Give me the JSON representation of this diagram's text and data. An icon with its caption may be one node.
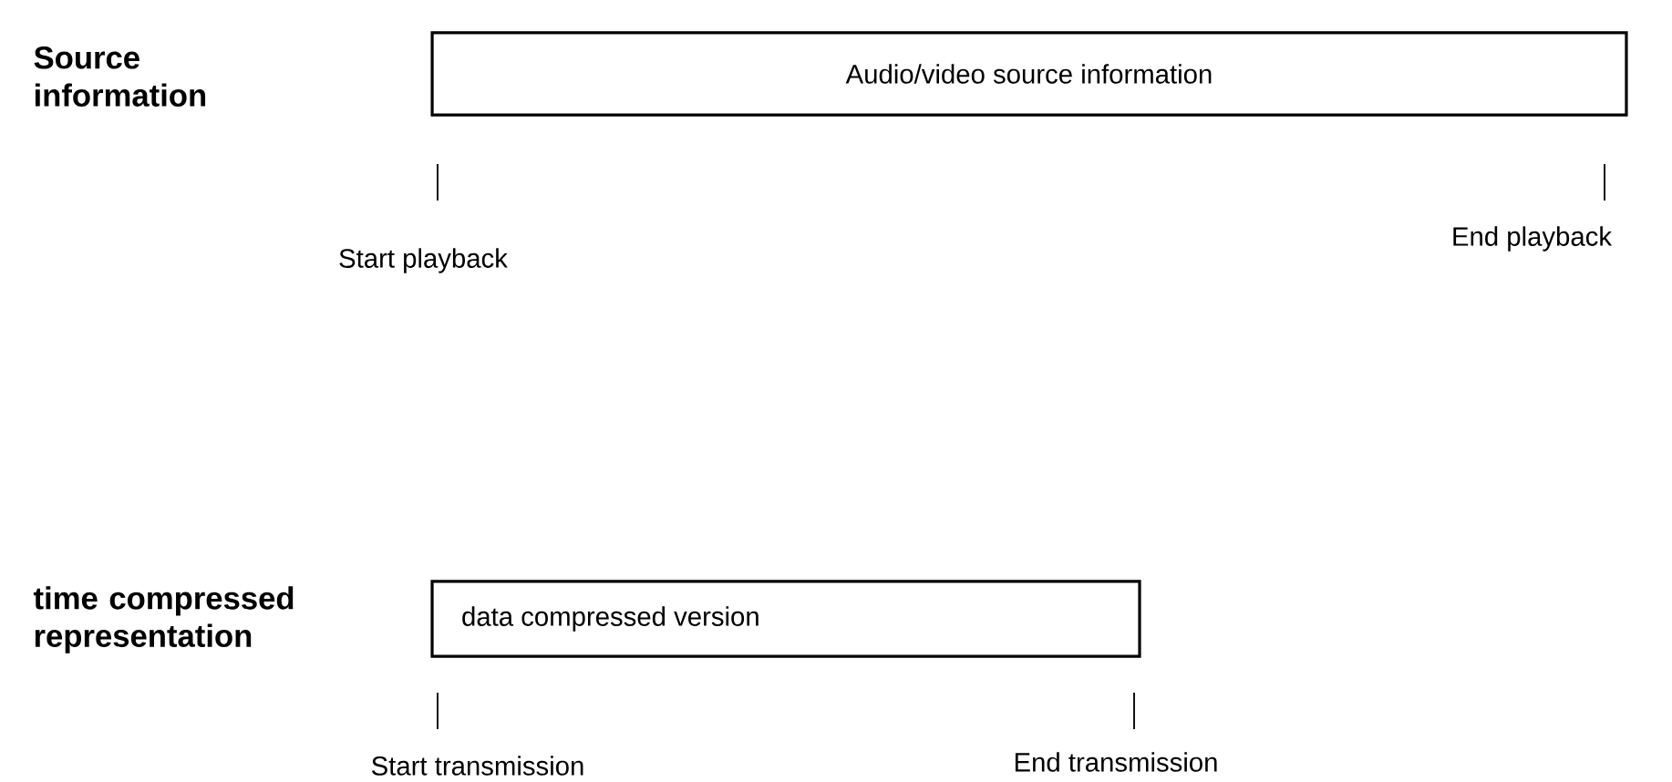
{
  "diagram": {
    "nodes": [
      {
        "text": [
          "Audio/video source information"
        ]
      },
      {
        "text": [
          "data compressed version"
        ]
      }
    ],
    "labels": [
      "Source information",
      "Start playback",
      "End playback",
      "time compressed representation",
      "Start transmission",
      "End transmission"
    ]
  }
}
